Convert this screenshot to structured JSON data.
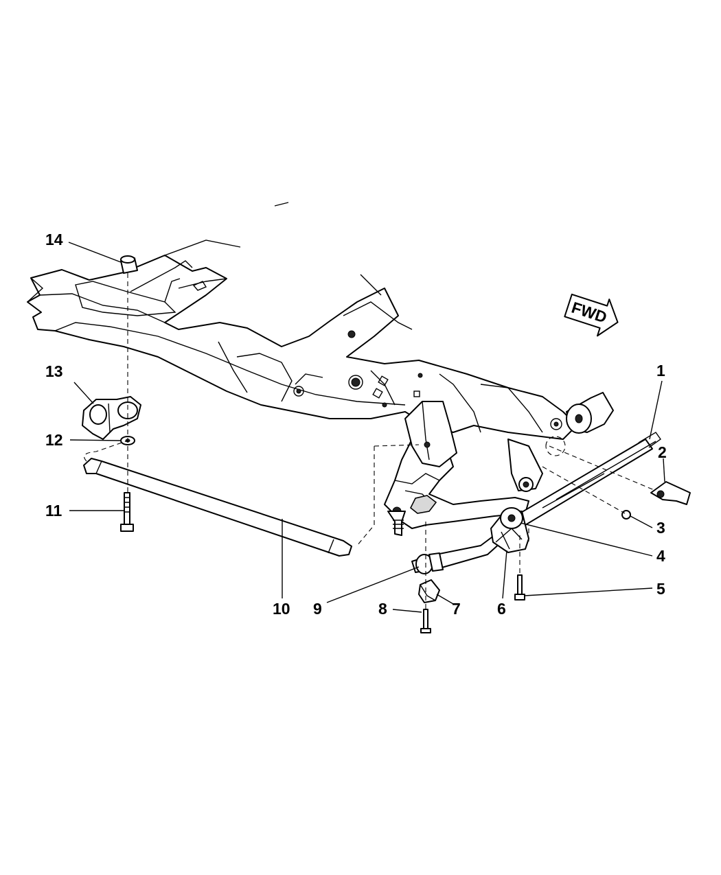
{
  "diagram": {
    "fwd_arrow_text": "FWD",
    "callouts": [
      {
        "number": "1",
        "part": "stabilizer-bar"
      },
      {
        "number": "2",
        "part": "bracket"
      },
      {
        "number": "3",
        "part": "nut"
      },
      {
        "number": "4",
        "part": "bushing"
      },
      {
        "number": "5",
        "part": "bolt"
      },
      {
        "number": "6",
        "part": "retainer"
      },
      {
        "number": "7",
        "part": "clamp"
      },
      {
        "number": "8",
        "part": "bolt"
      },
      {
        "number": "9",
        "part": "bushing"
      },
      {
        "number": "10",
        "part": "link"
      },
      {
        "number": "11",
        "part": "bolt"
      },
      {
        "number": "12",
        "part": "washer"
      },
      {
        "number": "13",
        "part": "bracket"
      },
      {
        "number": "14",
        "part": "bushing"
      }
    ]
  }
}
